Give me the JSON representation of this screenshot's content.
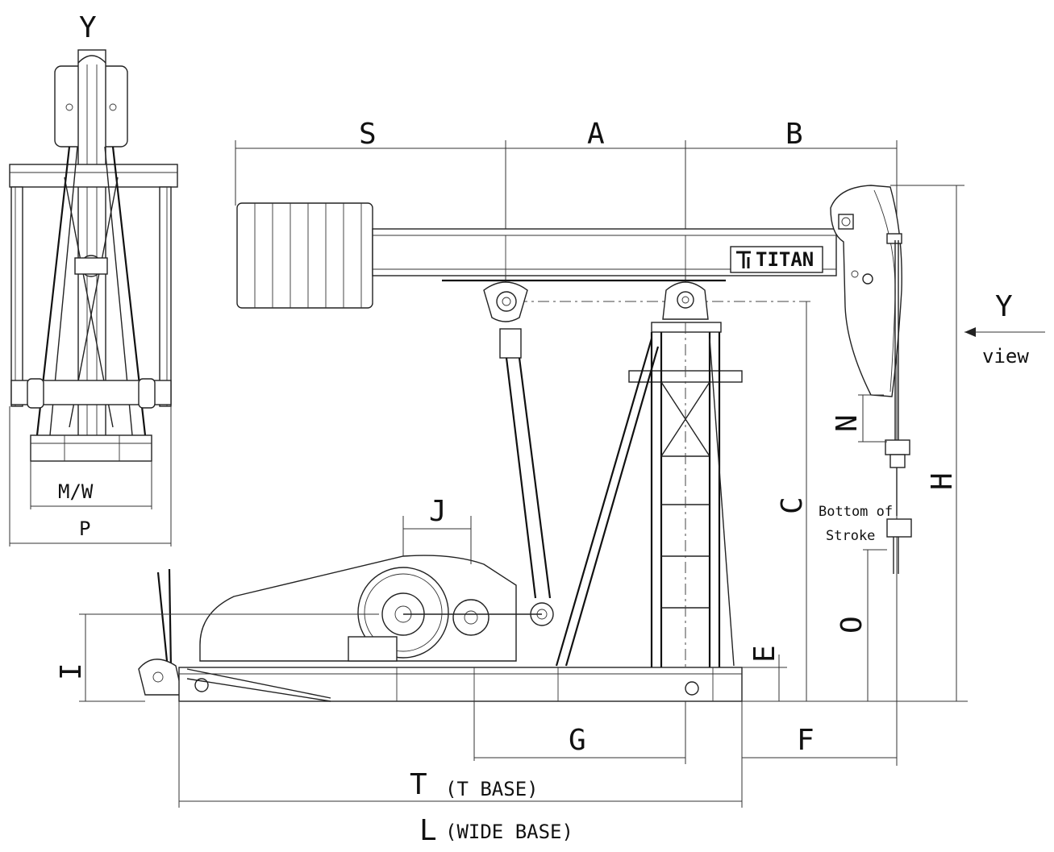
{
  "side_view": {
    "label_y": "Y",
    "label_mw": "M/W",
    "label_p": "P"
  },
  "main_view": {
    "brand": "TITAN",
    "dimensions": {
      "s": "S",
      "a": "A",
      "b": "B",
      "c": "C",
      "e": "E",
      "f": "F",
      "g": "G",
      "h": "H",
      "i": "I",
      "j": "J",
      "n": "N",
      "o": "O",
      "t": "T",
      "l": "L"
    },
    "view_marker_y": "Y",
    "view_marker_view": "view",
    "bottom_of_line1": "Bottom of",
    "bottom_of_line2": "Stroke",
    "t_base": "(T BASE)",
    "wide_base": "(WIDE BASE)"
  }
}
